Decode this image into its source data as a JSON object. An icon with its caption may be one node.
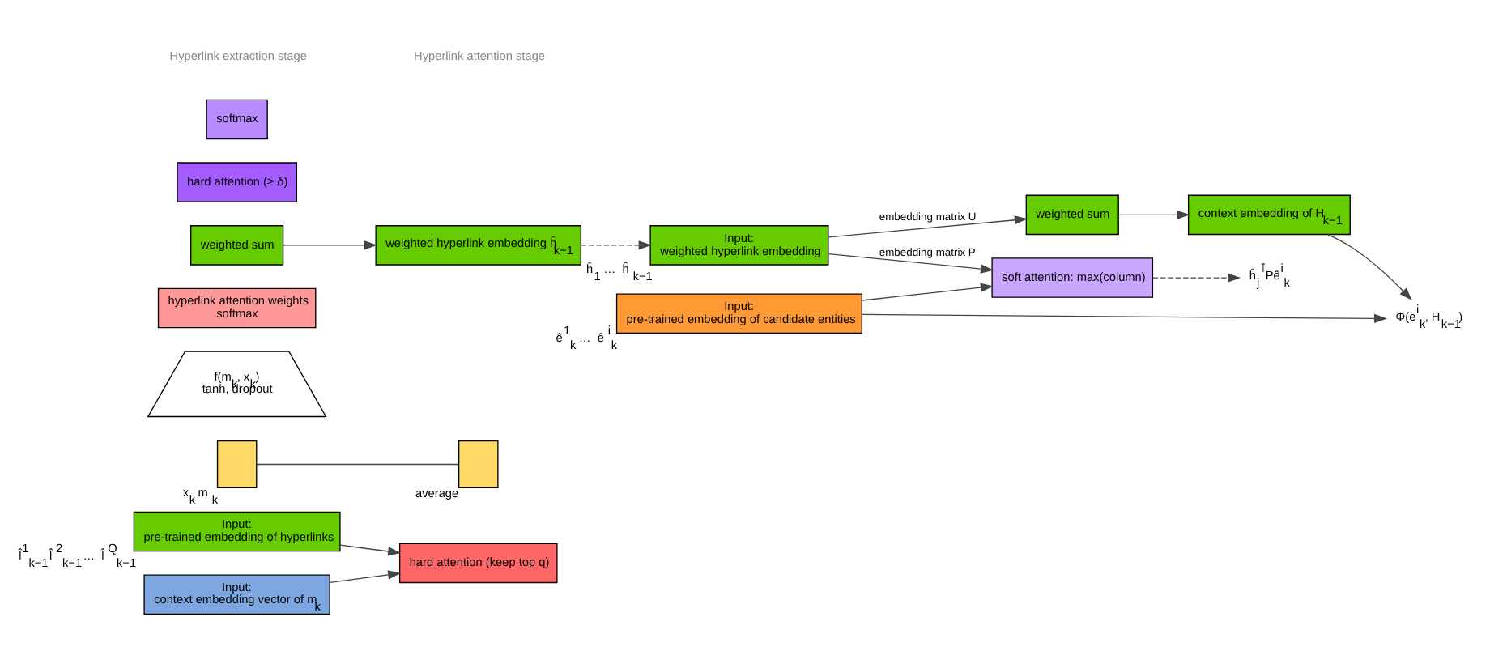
{
  "diagram": {
    "nodes": [
      {
        "text": [
          "Input:",
          "pre-trained embedding of hyperlinks"
        ],
        "beside": [
          "l̂$^{1}$$_{k−1}$",
          "l̂$^{2}$$_{k−1}$",
          "…",
          "l̂$^{Q}$$_{k−1}$"
        ]
      },
      {
        "text": [],
        "shape": "box",
        "beside": [
          "x$_{k}$",
          "m$_{k}$"
        ]
      },
      {
        "text": [],
        "shape": "box",
        "beside": [
          "average"
        ]
      },
      {
        "text": [
          "f(m$_{k}$, x$_{k}$)",
          "tanh, dropout"
        ]
      },
      {
        "text": [
          "Input:",
          "context embedding vector of m$_{k}$"
        ]
      },
      {
        "text": [
          "hard attention (keep top q)"
        ]
      },
      {
        "text": [
          "hyperlink attention weights",
          "softmax"
        ]
      },
      {
        "text": [
          "weighted sum"
        ]
      },
      {
        "text": [
          "weighted hyperlink embedding ĥ$_{k−1}$"
        ]
      },
      {
        "text": [
          "Input:",
          "weighted hyperlink embedding"
        ],
        "beside": [
          "ĥ$_{1}$",
          "…",
          "ĥ$_{k−1}$"
        ]
      },
      {
        "text": [
          "soft attention: max(column)"
        ]
      },
      {
        "text": [
          "ĥ$_{j}$$^{⊺}$Pê$^{i}$$_{k}$"
        ]
      },
      {
        "text": [
          "hard attention (≥ δ)"
        ]
      },
      {
        "text": [
          "softmax"
        ]
      },
      {
        "text": [
          "weighted sum"
        ]
      },
      {
        "text": [
          "context embedding of H$_{k−1}$"
        ]
      },
      {
        "text": [
          "Φ(e$^{i}$$_{k}$, H$_{k−1}$)"
        ]
      },
      {
        "text": [
          "Input:",
          "pre-trained embedding of candidate entities"
        ],
        "beside": [
          "ê$^{1}$$_{k}$",
          "…",
          "ê$^{i}$$_{k}$"
        ]
      }
    ],
    "edges": [
      {
        "from": 0,
        "to": 5,
        "arrow": "to"
      },
      {
        "from": 1,
        "to": 2,
        "arrow": "none"
      },
      {
        "from": 4,
        "to": 5,
        "arrow": "to"
      },
      {
        "from": 7,
        "to": 8,
        "arrow": "to"
      },
      {
        "from": 8,
        "to": 9,
        "arrow": "to",
        "style": "dashed"
      },
      {
        "from": 9,
        "to": 14,
        "arrow": "to",
        "label": "embedding matrix U"
      },
      {
        "from": 9,
        "to": 10,
        "arrow": "to",
        "label": "embedding matrix P"
      },
      {
        "from": 10,
        "to": 11,
        "arrow": "to",
        "style": "dashed"
      },
      {
        "from": 14,
        "to": 15,
        "arrow": "to"
      },
      {
        "from": 15,
        "to": 16,
        "arrow": "to"
      },
      {
        "from": 17,
        "to": 16,
        "arrow": "to"
      },
      {
        "from": 17,
        "to": 10,
        "arrow": "to"
      }
    ],
    "labels": [
      "Hyperlink extraction stage",
      "Hyperlink attention stage"
    ]
  }
}
